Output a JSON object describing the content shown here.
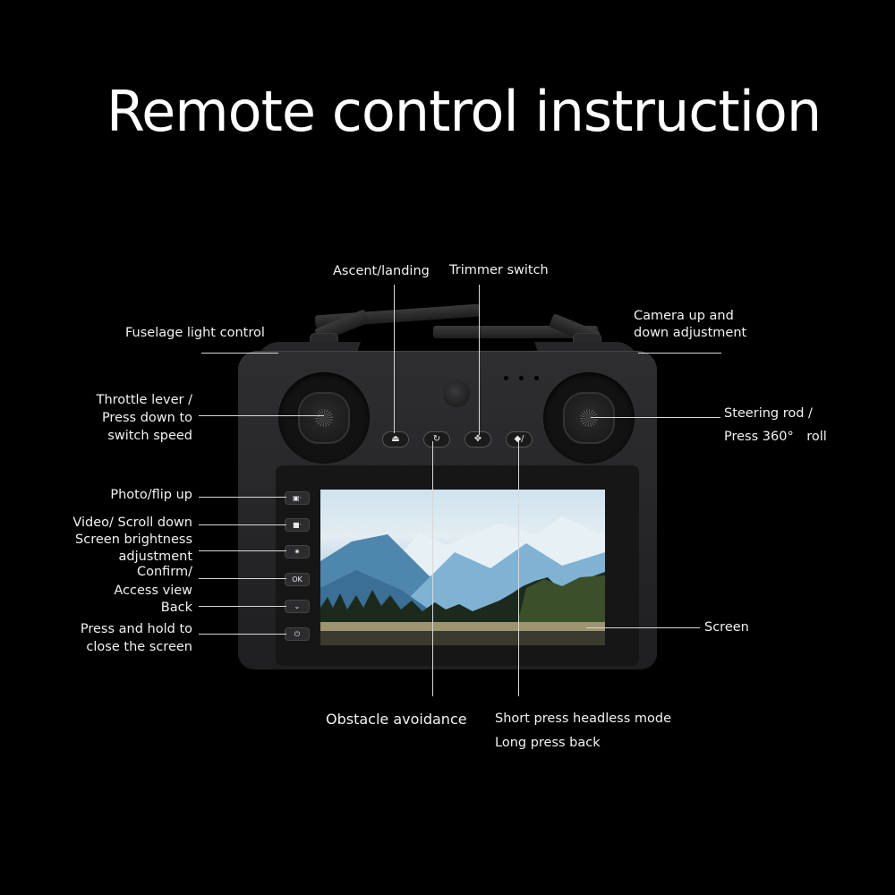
{
  "title": "Remote control instruction",
  "colors": {
    "background": "#000000",
    "text": "#ffffff",
    "leader_line": "#d8d8d8",
    "controller_body": "#2a2a2c"
  },
  "labels": {
    "ascent_landing": "Ascent/landing",
    "trimmer_switch": "Trimmer switch",
    "fuselage_light": "Fuselage light control",
    "camera_adjust_1": "Camera up and",
    "camera_adjust_2": "down adjustment",
    "throttle_1": "Throttle lever /",
    "throttle_2": "Press down to",
    "throttle_3": "switch speed",
    "steering_1": "Steering rod /",
    "steering_2": "Press 360° roll",
    "photo": "Photo/flip up",
    "video": "Video/ Scroll down",
    "brightness_1": "Screen brightness",
    "brightness_2": "adjustment",
    "confirm_1": "Confirm/",
    "confirm_2": "Access view",
    "back": "Back",
    "power_1": "Press and hold to",
    "power_2": "close the screen",
    "screen": "Screen",
    "obstacle": "Obstacle avoidance",
    "headless_1": "Short press headless mode",
    "headless_2": "Long press back"
  },
  "buttons": {
    "front": [
      {
        "name": "ascent-landing-button",
        "glyph": "⏏"
      },
      {
        "name": "obstacle-avoidance-button",
        "glyph": "↻"
      },
      {
        "name": "trimmer-button",
        "glyph": "✥"
      },
      {
        "name": "headless-button",
        "glyph": "◆/"
      }
    ],
    "side": [
      {
        "name": "photo-button",
        "glyph": "▣·"
      },
      {
        "name": "video-button",
        "glyph": "■·"
      },
      {
        "name": "brightness-button",
        "glyph": "✷"
      },
      {
        "name": "ok-button",
        "glyph": "OK"
      },
      {
        "name": "back-button",
        "glyph": "⌄"
      },
      {
        "name": "power-button",
        "glyph": "⏻"
      }
    ]
  }
}
